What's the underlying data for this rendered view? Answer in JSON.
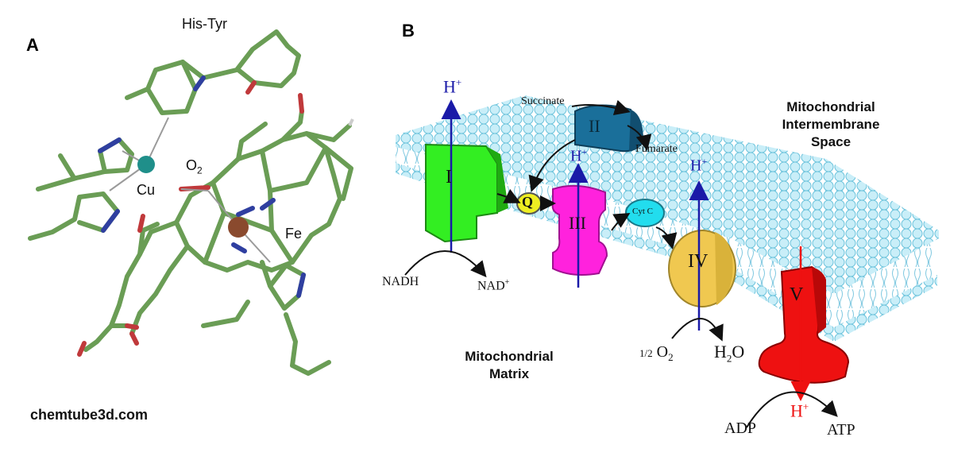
{
  "panel_a": {
    "letter": "A",
    "labels": {
      "his_tyr": "His-Tyr",
      "o2_base": "O",
      "o2_sub": "2",
      "cu": "Cu",
      "fe": "Fe"
    },
    "watermark": "chemtube3d.com",
    "colors": {
      "bond": "#6a9d55",
      "nitrogen": "#2f3fa0",
      "oxygen": "#c0393b",
      "cu": "#1f8f8a",
      "fe": "#8a4a2e"
    }
  },
  "panel_b": {
    "letter": "B",
    "regions": {
      "intermembrane_l1": "Mitochondrial",
      "intermembrane_l2": "Intermembrane",
      "intermembrane_l3": "Space",
      "matrix_l1": "Mitochondrial",
      "matrix_l2": "Matrix"
    },
    "complexes": {
      "c1": "I",
      "c2": "II",
      "c3": "III",
      "c4": "IV",
      "c5": "V",
      "q": "Q",
      "cytc": "Cyt C"
    },
    "labels": {
      "hplus": "H",
      "plus": "+",
      "succinate": "Succinate",
      "fumarate": "Fumarate",
      "nadh": "NADH",
      "nad": "NAD",
      "nad_plus": "+",
      "half": "1/2",
      "o2": "O",
      "o2_sub": "2",
      "h2o_h": "H",
      "h2o_sub": "2",
      "h2o_o": "O",
      "adp": "ADP",
      "atp": "ATP"
    },
    "colors": {
      "membrane": "#bfe8f5",
      "c1": "#33ee22",
      "c2": "#1a6f9a",
      "c3": "#ff22dd",
      "c4": "#f0c850",
      "c5": "#ee1111",
      "q": "#eeee22",
      "cytc": "#22ddee",
      "proton": "#1a1aa8",
      "proton_v": "#ee1111"
    }
  }
}
